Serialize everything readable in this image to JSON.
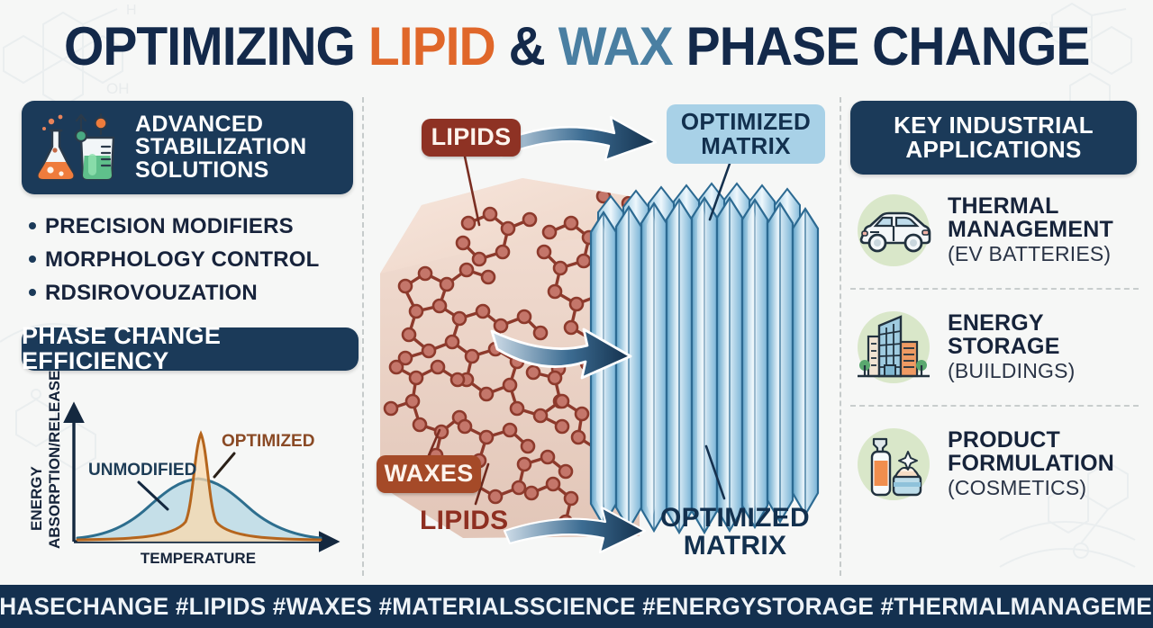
{
  "title": {
    "part1": "OPTIMIZING ",
    "part2": "LIPID",
    "part3": " & ",
    "part4": "WAX",
    "part5": " PHASE CHANGE",
    "full": "OPTIMIZING LIPID & WAX PHASE CHANGE"
  },
  "colors": {
    "navy": "#13294a",
    "orange": "#e0672a",
    "steel": "#4a7fa2",
    "badge_navy": "#1b3a59",
    "lipid_pill": "#8e3224",
    "wax_pill": "#a54a28",
    "matrix_pill": "#a8d1e7",
    "footer_navy": "#14304f",
    "curve_unmodified": "#2d6e8e",
    "curve_optimized": "#b5651d",
    "icon_circle_green": "#d9e7c9"
  },
  "left": {
    "stabilization": {
      "title": "ADVANCED STABILIZATION SOLUTIONS",
      "icon": "lab-flask-beaker-icon"
    },
    "bullets": [
      {
        "label": "PRECISION MODIFIERS"
      },
      {
        "label": "MORPHOLOGY CONTROL"
      },
      {
        "label": "RDSIROVOUZATION"
      }
    ],
    "efficiency": {
      "title": "PHASE CHANGE EFFICIENCY"
    }
  },
  "chart_data": {
    "type": "line",
    "title": "PHASE CHANGE EFFICIENCY",
    "xlabel": "TEMPERATURE",
    "ylabel": "ENERGY ABSORPTION/RELEASE",
    "ylabel_line1": "ENERGY",
    "ylabel_line2": "ABSORPTION/RELEASE",
    "grid": false,
    "legend_position": "inline-annotations",
    "xlim": [
      0,
      100
    ],
    "ylim": [
      0,
      100
    ],
    "annotations": [
      {
        "text": "UNMODIFIED",
        "color": "#1d3c56",
        "points_to": "broad-blue-curve"
      },
      {
        "text": "OPTIMIZED",
        "color": "#8a4a25",
        "points_to": "narrow-orange-peak"
      }
    ],
    "series": [
      {
        "name": "UNMODIFIED",
        "color": "#2d6e8e",
        "fill": "#b9d9e4",
        "peak_x": 50,
        "peak_y": 48,
        "width_sigma": 22,
        "x": [
          0,
          5,
          10,
          15,
          20,
          25,
          30,
          35,
          40,
          45,
          50,
          55,
          60,
          65,
          70,
          75,
          80,
          85,
          90,
          95,
          100
        ],
        "y": [
          3,
          4,
          5,
          7,
          11,
          16,
          23,
          31,
          39,
          45,
          48,
          47,
          44,
          38,
          31,
          24,
          17,
          12,
          8,
          5,
          4
        ]
      },
      {
        "name": "OPTIMIZED",
        "color": "#b5651d",
        "fill": "#fbdcb8",
        "peak_x": 50,
        "peak_y": 96,
        "width_sigma": 5,
        "x": [
          0,
          5,
          10,
          15,
          20,
          25,
          30,
          35,
          40,
          44,
          47,
          50,
          53,
          56,
          60,
          65,
          70,
          75,
          80,
          85,
          90,
          95,
          100
        ],
        "y": [
          1,
          1,
          1,
          1,
          2,
          2,
          3,
          4,
          10,
          32,
          72,
          96,
          72,
          32,
          10,
          5,
          3,
          2,
          2,
          1,
          1,
          1,
          1
        ]
      }
    ]
  },
  "center": {
    "pill_lipids": "LIPIDS",
    "pill_waxes": "WAXES",
    "pill_matrix": "OPTIMIZED MATRIX",
    "label_lipids": "LIPIDS",
    "label_matrix": "OPTIMIZED MATRIX",
    "amorphous_block": "amorphous-lipid-wax-block",
    "crystal_block": "aligned-crystal-matrix-block",
    "arrow_top": "transformation-arrow",
    "arrow_middle": "transformation-arrow",
    "arrow_bottom": "transformation-arrow"
  },
  "right": {
    "heading": "KEY INDUSTRIAL APPLICATIONS",
    "applications": [
      {
        "icon": "electric-car-icon",
        "title": "THERMAL MANAGEMENT",
        "sub": "(EV BATTERIES)"
      },
      {
        "icon": "buildings-icon",
        "title": "ENERGY STORAGE",
        "sub": "(BUILDINGS)"
      },
      {
        "icon": "cosmetics-jar-icon",
        "title": "PRODUCT FORMULATION",
        "sub": "(COSMETICS)"
      }
    ]
  },
  "footer": {
    "hashtags": "#PHASECHANGE #LIPIDS #WAXES #MATERIALSSCIENCE #ENERGYSTORAGE #THERMALMANAGEMENT"
  }
}
